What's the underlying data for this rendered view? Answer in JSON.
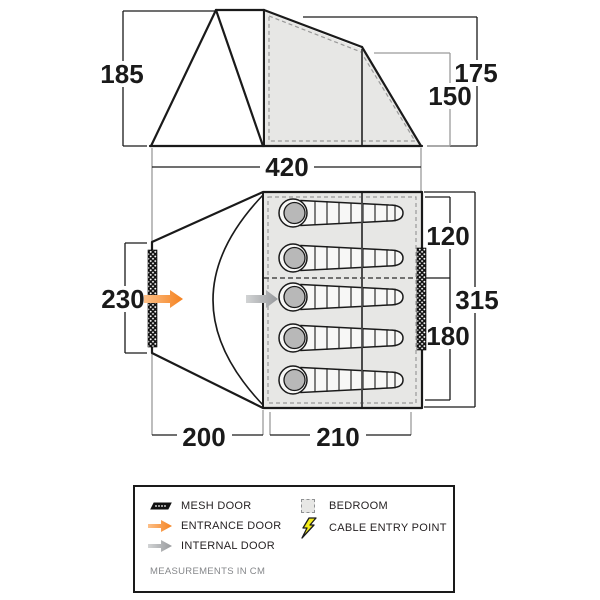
{
  "side_view": {
    "description": "tent side elevation",
    "dims": {
      "left_height": "185",
      "peak_height": "175",
      "inner_height": "150",
      "total_width": "420"
    }
  },
  "floor_plan": {
    "description": "tent floor plan",
    "dims": {
      "living_width": "230",
      "living_length": "200",
      "bedroom_length": "210",
      "bedroom_rear_section": "120",
      "bedroom_front_section": "180",
      "bedroom_width": "315"
    },
    "sleeping_bag_count": 5
  },
  "legend": {
    "items": [
      {
        "icon": "mesh-door-icon",
        "label": "MESH DOOR"
      },
      {
        "icon": "entrance-door-arrow-icon",
        "label": "ENTRANCE DOOR"
      },
      {
        "icon": "internal-door-arrow-icon",
        "label": "INTERNAL DOOR"
      },
      {
        "icon": "bedroom-swatch-icon",
        "label": "BEDROOM"
      },
      {
        "icon": "cable-entry-point-icon",
        "label": "CABLE ENTRY POINT"
      }
    ],
    "note": "MEASUREMENTS IN CM"
  },
  "colors": {
    "line": "#1a1a1a",
    "dim_gray": "#9a9a9a",
    "panel_gray": "#e7e7e5",
    "divider_gray": "#4a4a4a",
    "orange": "#f5821f",
    "orange_light": "#fcc089",
    "arrow_gray": "#97999c",
    "arrow_gray_light": "#d2d4d5",
    "bolt_yellow": "#f4ec1a",
    "bag_head_gray": "#b8b8b8"
  }
}
